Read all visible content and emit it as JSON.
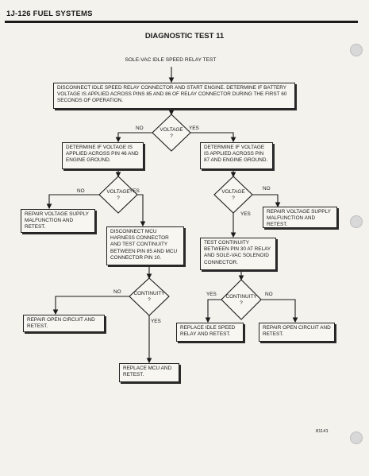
{
  "header": {
    "page_label": "1J-126   FUEL SYSTEMS"
  },
  "diagram": {
    "title": "DIAGNOSTIC TEST 11",
    "start_label": "SOLE-VAC IDLE SPEED RELAY TEST",
    "figure_number": "81141",
    "boxes": {
      "start": "DISCONNECT IDLE SPEED RELAY CONNECTOR AND START ENGINE. DETERMINE IF BATTERY VOLTAGE IS APPLIED ACROSS PINS 85 AND 86 OF RELAY CONNECTOR DURING THE FIRST 60 SECONDS OF OPERATION.",
      "pin46": "DETERMINE IF VOLTAGE IS APPLIED ACROSS PIN 46 AND ENGINE GROUND.",
      "pin87": "DETERMINE IF VOLTAGE IS APPLIED ACROSS PIN 87 AND ENGINE GROUND.",
      "repair_left": "REPAIR VOLTAGE SUPPLY MALFUNCTION AND RETEST.",
      "mcu": "DISCONNECT MCU HARNESS CONNECTOR AND TEST CONTINUITY BETWEEN PIN 85 AND MCU CONNECTOR PIN 10.",
      "repair_right": "REPAIR VOLTAGE SUPPLY MALFUNCTION AND RETEST.",
      "continuity_test": "TEST CONTINUITY BETWEEN PIN 30 AT RELAY AND SOLE-VAC SOLENOID CONNECTOR.",
      "open_left": "REPAIR OPEN CIRCUIT AND RETEST.",
      "replace_relay": "REPLACE IDLE SPEED RELAY AND RETEST.",
      "open_right": "REPAIR OPEN CIRCUIT AND RETEST.",
      "replace_mcu": "REPLACE MCU AND RETEST."
    },
    "decisions": {
      "d1": {
        "line1": "VOLTAGE",
        "line2": "?"
      },
      "d2": {
        "line1": "VOLTAGE",
        "line2": "?"
      },
      "d3": {
        "line1": "VOLTAGE",
        "line2": "?"
      },
      "d4": {
        "line1": "CONTINUITY",
        "line2": "?"
      },
      "d5": {
        "line1": "CONTINUITY",
        "line2": "?"
      }
    },
    "branch_labels": {
      "d1_no": "NO",
      "d1_yes": "YES",
      "d2_no": "NO",
      "d2_yes": "YES",
      "d3_no": "NO",
      "d3_yes": "YES",
      "d4_no": "NO",
      "d4_yes": "YES",
      "d5_yes": "YES",
      "d5_no": "NO"
    }
  }
}
